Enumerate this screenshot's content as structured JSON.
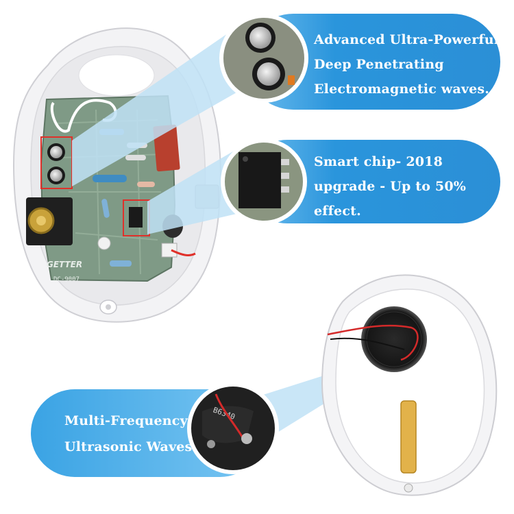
{
  "callouts": {
    "electromagnetic": {
      "line1": "Advanced Ultra-Powerful",
      "line2": "Deep Penetrating",
      "line3": "Electromagnetic waves."
    },
    "chip": {
      "line1": "Smart chip- 2018",
      "line2": "upgrade - Up to 50%",
      "line3": "effect."
    },
    "ultrasonic": {
      "line1": "Multi-Frequency",
      "line2": "Ultrasonic Waves."
    }
  },
  "board": {
    "brand": "GETTER",
    "model": "DC-9007"
  },
  "speaker": {
    "marking": "B6340"
  },
  "colors": {
    "callout_blue": "#2f9ce0",
    "callout_blue_light": "#7cc4f0",
    "beam": "#bfe2f6",
    "pcb_green": "#7f9a86",
    "housing": "#f4f4f6",
    "highlight_red": "#e0302a"
  }
}
